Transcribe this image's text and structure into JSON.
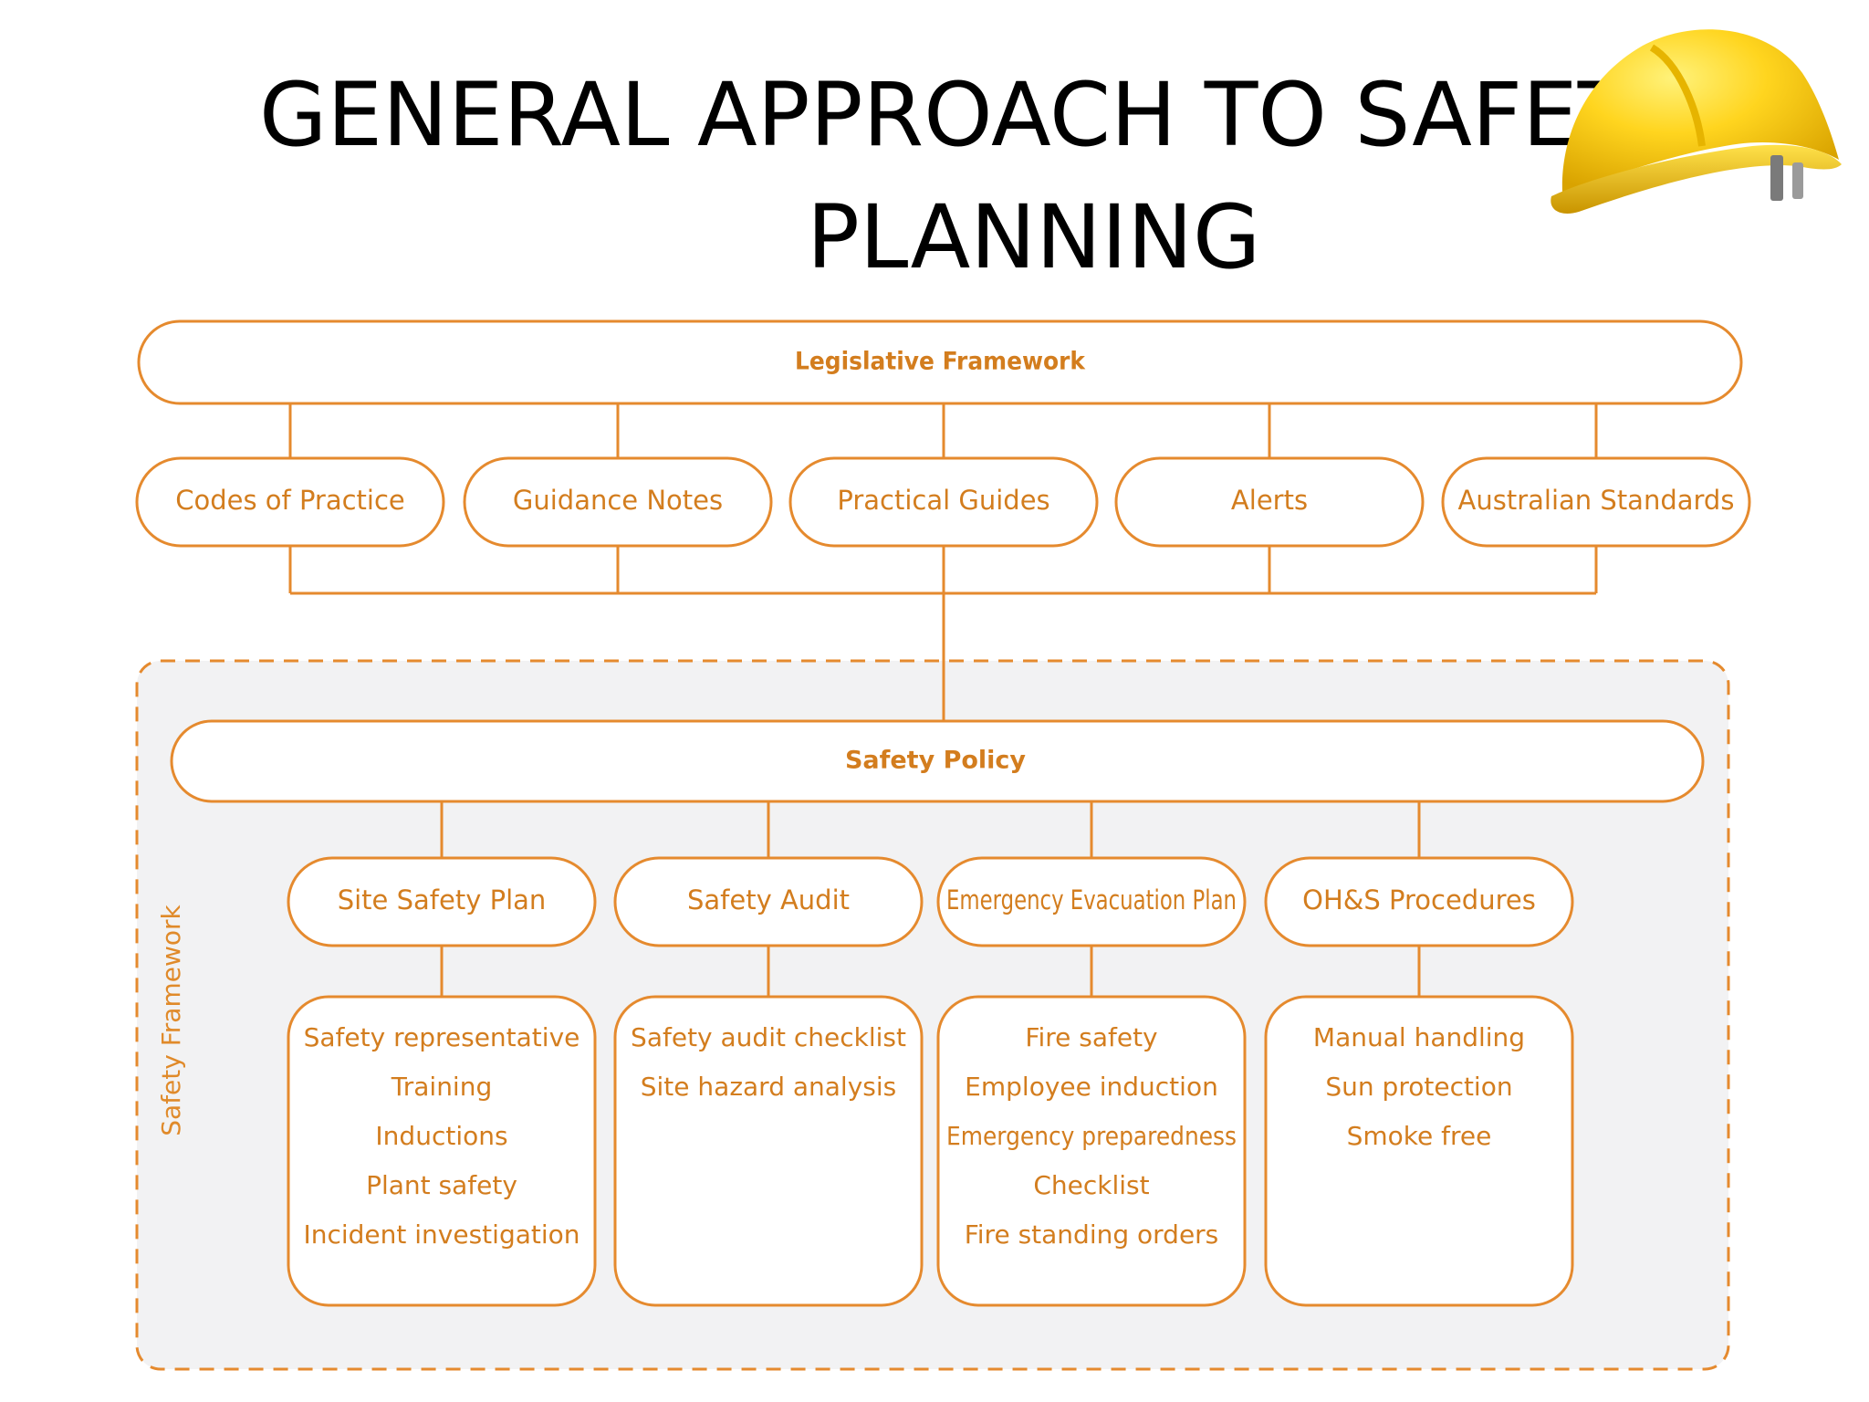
{
  "title": {
    "line1": "GENERAL APPROACH TO SAFETY",
    "line2": "PLANNING"
  },
  "icons": {
    "helmet": "hard-hat-icon"
  },
  "colors": {
    "accent": "#e58a2e",
    "text": "#d37d1e",
    "frame_fill": "#f2f2f3"
  },
  "legislative": {
    "label": "Legislative Framework",
    "children": [
      "Codes of Practice",
      "Guidance Notes",
      "Practical Guides",
      "Alerts",
      "Australian Standards"
    ]
  },
  "safety_framework": {
    "label": "Safety Framework",
    "policy": "Safety Policy",
    "plans": [
      {
        "label": "Site Safety Plan",
        "items": [
          "Safety representative",
          "Training",
          "Inductions",
          "Plant safety",
          "Incident investigation"
        ]
      },
      {
        "label": "Safety Audit",
        "items": [
          "Safety audit checklist",
          "Site hazard analysis"
        ]
      },
      {
        "label": "Emergency Evacuation Plan",
        "items": [
          "Fire safety",
          "Employee induction",
          "Emergency preparedness",
          "Checklist",
          "Fire standing orders"
        ]
      },
      {
        "label": "OH&S Procedures",
        "items": [
          "Manual handling",
          "Sun protection",
          "Smoke free"
        ]
      }
    ]
  }
}
